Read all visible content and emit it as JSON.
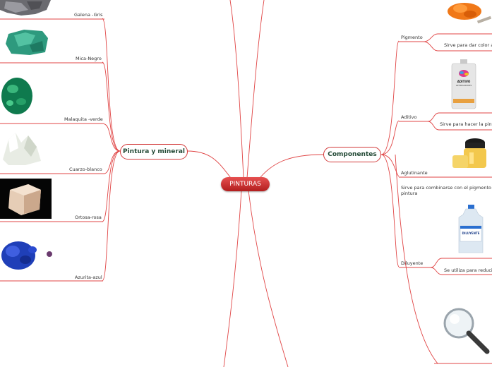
{
  "root": {
    "label": "PINTURAS"
  },
  "left_branch": {
    "label": "Pintura y mineral",
    "minerals": [
      {
        "label": "Galena -Gris"
      },
      {
        "label": "Mica-Negro"
      },
      {
        "label": "Malaquita -verde"
      },
      {
        "label": "Cuarzo-blanco"
      },
      {
        "label": "Ortosa-rosa"
      },
      {
        "label": "Azurita-azul"
      }
    ]
  },
  "right_branch": {
    "label": "Componentes",
    "items": [
      {
        "label": "Pigmento",
        "desc": "Sirve para dar color a dis"
      },
      {
        "label": "Aditivo",
        "desc": "Sirve para hacer la pintura"
      },
      {
        "label": "Aglutinante",
        "desc": "Sirve para combinarse con el pigmento   y con",
        "desc2": "pintura"
      },
      {
        "label": "Diluyente",
        "desc": "Se utiliza para reducir el"
      }
    ]
  },
  "product_labels": {
    "aditivo_can_text": "ADITIVO",
    "aditivo_can_sub": "ANTISEGUIDORES",
    "diluyente_bottle_text": "DILUYENTE"
  },
  "colors": {
    "line": "#e04444",
    "node_text": "#234a36",
    "root_bg": "#d23232"
  }
}
